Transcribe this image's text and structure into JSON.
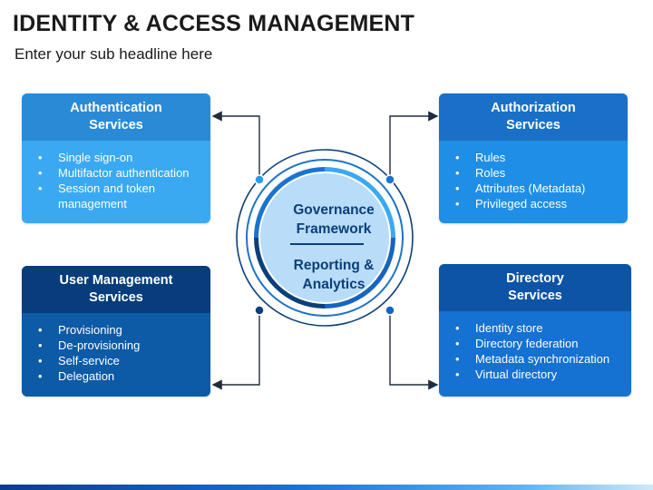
{
  "header": {
    "title": "IDENTITY & ACCESS MANAGEMENT",
    "subtitle": "Enter your sub headline here"
  },
  "center": {
    "top_label": "Governance Framework",
    "top_line1": "Governance",
    "top_line2": "Framework",
    "bottom_label": "Reporting & Analytics",
    "bottom_line1": "Reporting &",
    "bottom_line2": "Analytics"
  },
  "cards": {
    "authentication": {
      "title_line1": "Authentication",
      "title_line2": "Services",
      "items": [
        "Single sign-on",
        "Multifactor authentication",
        "Session and token",
        "management"
      ]
    },
    "authorization": {
      "title_line1": "Authorization",
      "title_line2": "Services",
      "items": [
        "Rules",
        "Roles",
        "Attributes (Metadata)",
        "Privileged access"
      ]
    },
    "user_management": {
      "title_line1": "User Management",
      "title_line2": "Services",
      "items": [
        "Provisioning",
        "De-provisioning",
        "Self-service",
        "Delegation"
      ]
    },
    "directory": {
      "title_line1": "Directory",
      "title_line2": "Services",
      "items": [
        "Identity store",
        "Directory federation",
        "Metadata synchronization",
        "Virtual directory"
      ]
    }
  },
  "colors": {
    "light_blue": "#3aa9f2",
    "mid_blue": "#1f8ee6",
    "dark_blue": "#0d5aa7",
    "navy": "#073d7a",
    "connector": "#1f2d3d"
  }
}
